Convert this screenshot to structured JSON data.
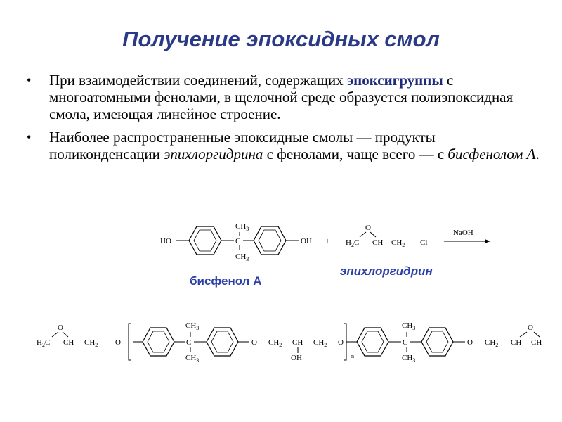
{
  "title": "Получение эпоксидных смол",
  "bullets": [
    {
      "pre": "При взаимодействии соединений, содержащих ",
      "em": "эпоксигруппы",
      "post": " с многоатомными фенолами, в щелочной среде образуется полиэпоксидная смола, имеющая линейное строение."
    },
    {
      "pre": "Наиболее распространенные эпоксидные смолы — продукты поликонденсации ",
      "it1": "эпихлоргидрина",
      "mid": " с фенолами, чаще всего — с ",
      "it2": "бисфенолом А",
      "post": "."
    }
  ],
  "captions": {
    "bisphenol": "бисфенол А",
    "epichlorohydrin": "эпихлоргидрин"
  },
  "reaction": {
    "ho": "HO",
    "oh": "OH",
    "c": "C",
    "ch3": "CH",
    "sub3": "3",
    "plus": "+",
    "o": "O",
    "h2c": "H",
    "sub2": "2",
    "c_after": "C",
    "dash": "–",
    "ch": "CH",
    "ch2": "CH",
    "cl": "Cl",
    "naoh": "NaOH",
    "n": "n"
  },
  "colors": {
    "title": "#2b3a86",
    "emphasis": "#1b2a7a",
    "caption": "#2b3fa8"
  }
}
